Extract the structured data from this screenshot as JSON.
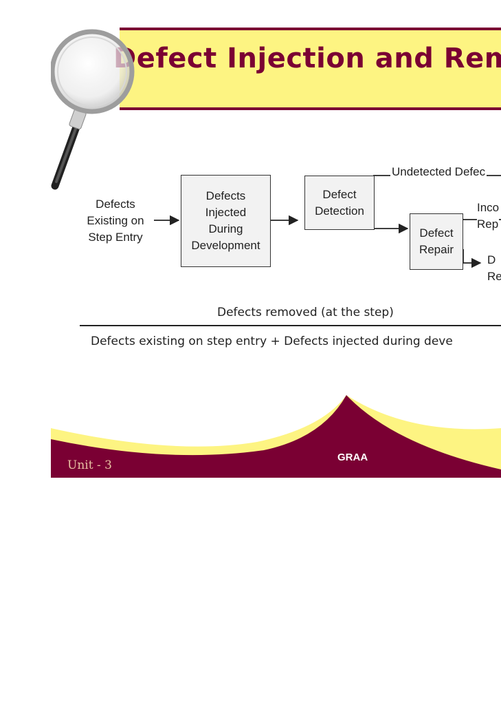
{
  "slide": {
    "title": "Defect Injection and Rem",
    "colors": {
      "title_bg": "#fdf482",
      "title_text": "#7a0033",
      "maroon": "#7a0033",
      "footer_yellow": "#fdf482"
    },
    "icon": "magnifying-glass-icon"
  },
  "diagram": {
    "entry_label": "Defects\nExisting on\nStep Entry",
    "injected_box": "Defects\nInjected\nDuring\nDevelopment",
    "detection_box": "Defect\nDetection",
    "repair_box": "Defect\nRepair",
    "undetected_label": "Undetected Defec",
    "incorrect_label": "Inco\nRep",
    "removed_label": "D\nRe"
  },
  "ratio": {
    "numerator": "Defects removed (at the step)",
    "denominator": "Defects existing on step entry + Defects injected during deve"
  },
  "footer": {
    "unit": "Unit - 3",
    "text": "GRAA"
  }
}
